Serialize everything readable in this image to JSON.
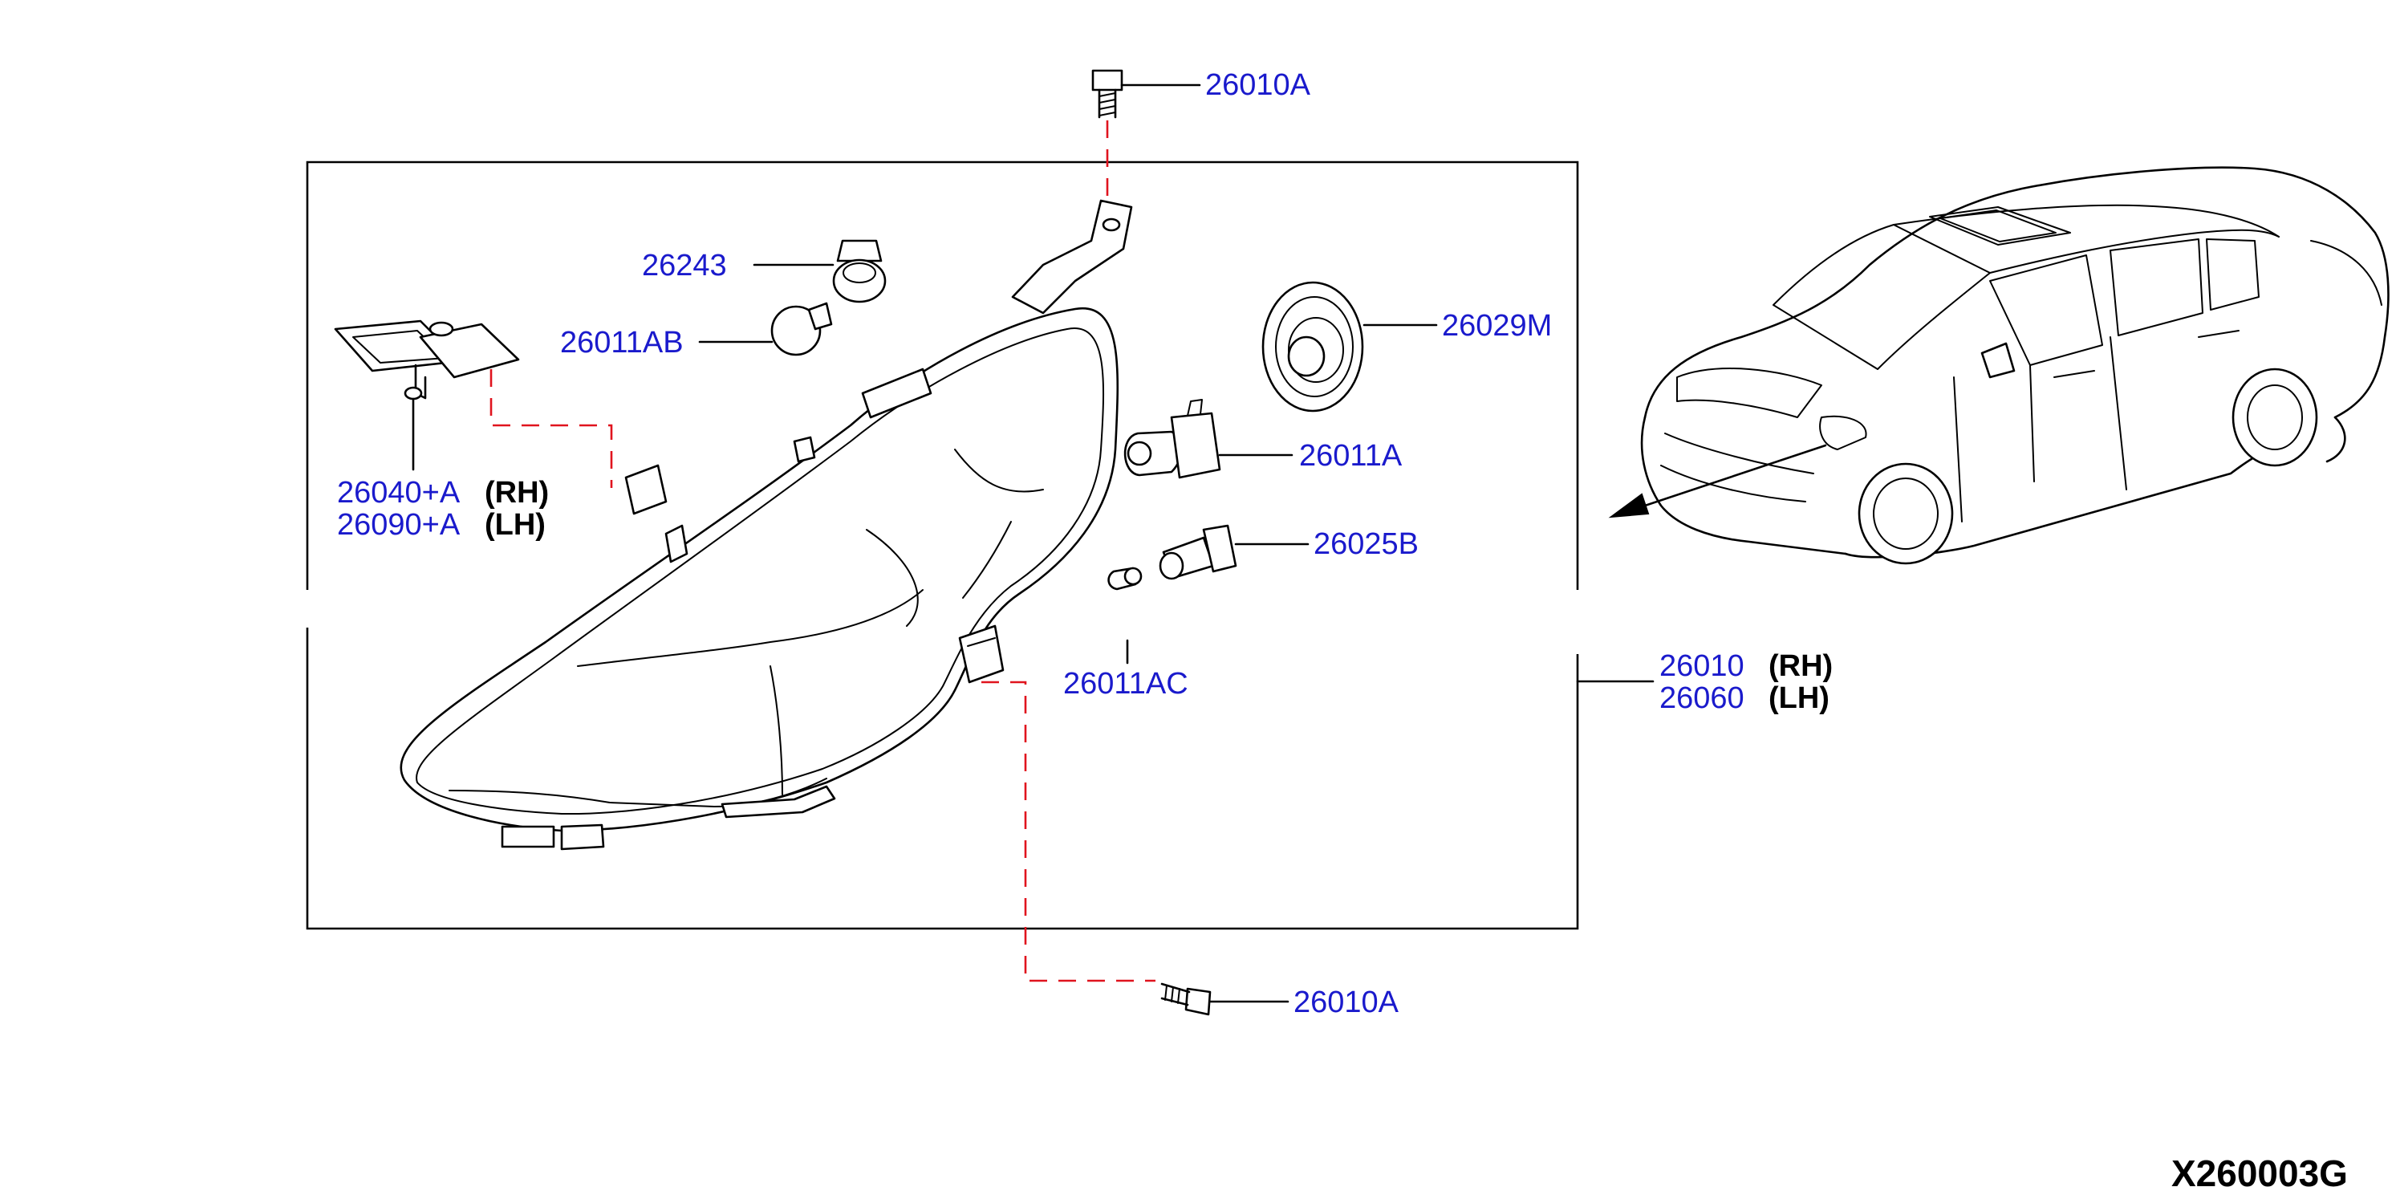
{
  "diagram_code": "X260003G",
  "callouts": {
    "bolt_top": "26010A",
    "bolt_bottom": "26010A",
    "socket": "26243",
    "bulb_side": "26011AB",
    "bracket_rh": "26040+A",
    "bracket_rh_side": "(RH)",
    "bracket_lh": "26090+A",
    "bracket_lh_side": "(LH)",
    "cap": "26029M",
    "bulb_main": "26011A",
    "socket_small": "26025B",
    "bulb_small": "26011AC",
    "assembly_rh": "26010",
    "assembly_rh_side": "(RH)",
    "assembly_lh": "26060",
    "assembly_lh_side": "(LH)"
  }
}
